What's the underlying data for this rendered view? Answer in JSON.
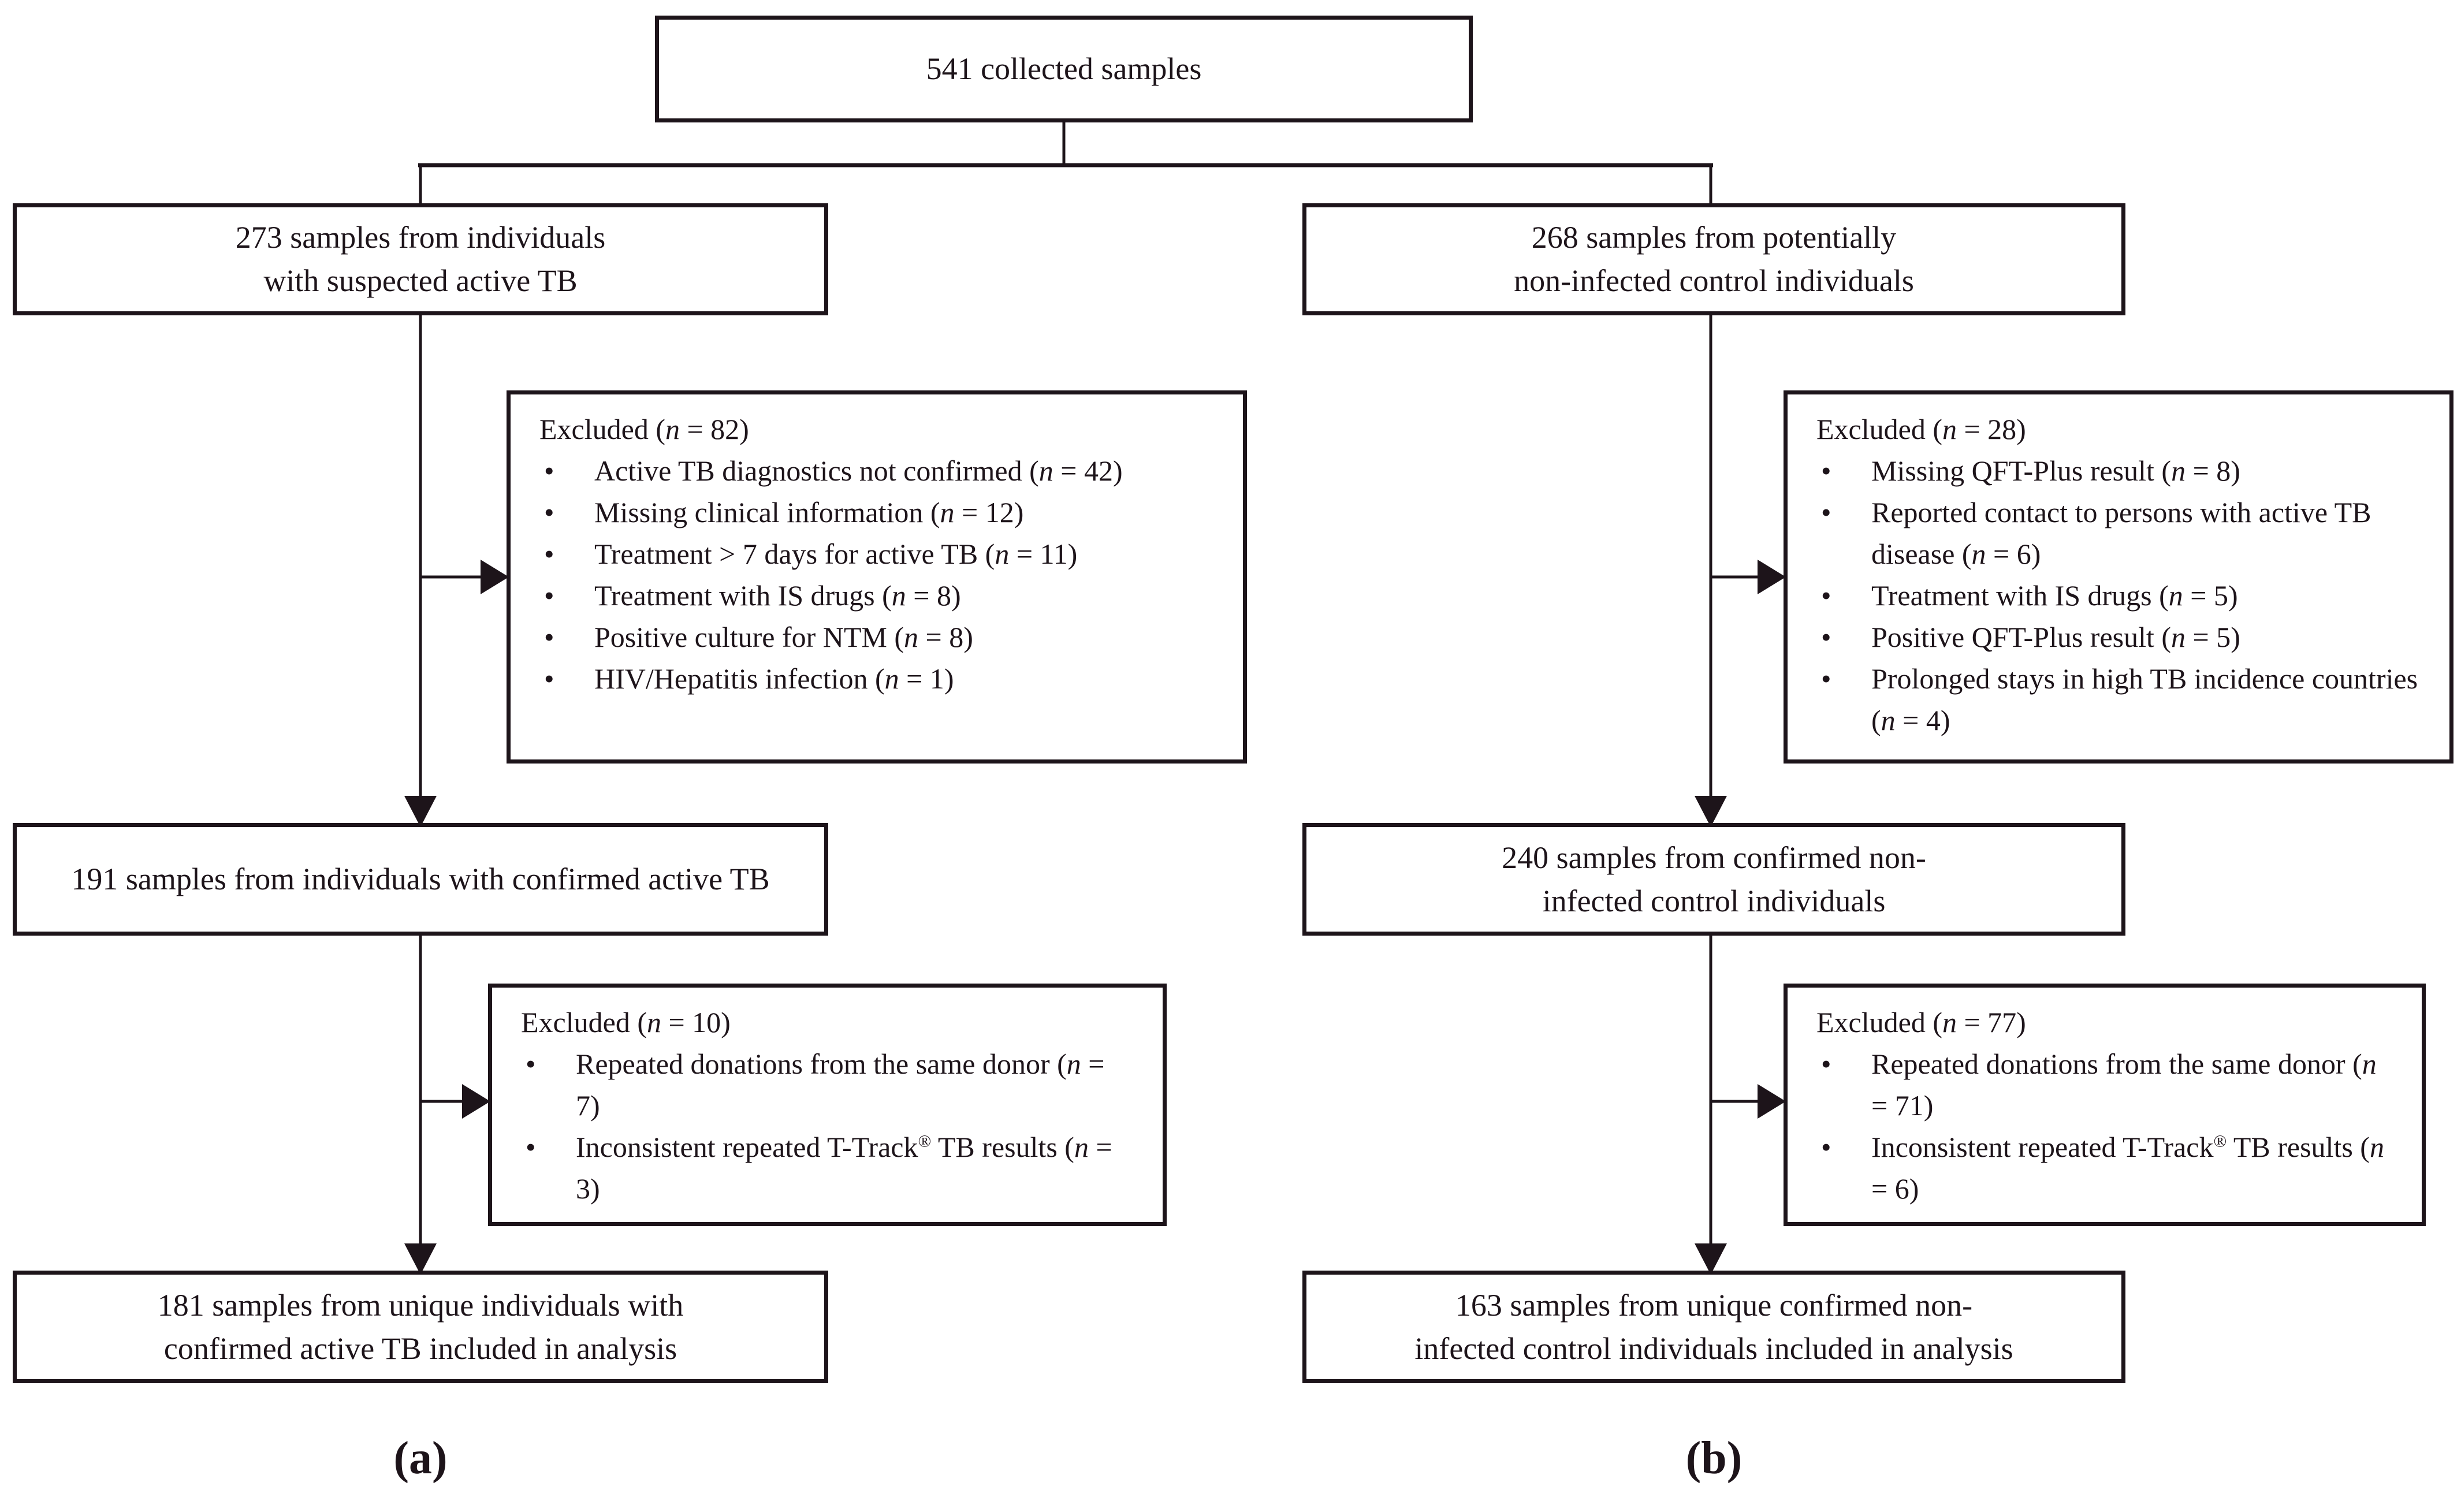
{
  "colors": {
    "ink": "#1d141a",
    "background": "#ffffff"
  },
  "figure": {
    "top_box": "541 collected samples",
    "left_column": {
      "branch_box": "273 samples from individuals with suspected active TB",
      "excluded_box_1": {
        "header": "Excluded (n = 82)",
        "items": [
          "Active TB diagnostics not confirmed (n = 42)",
          "Missing clinical information (n = 12)",
          "Treatment > 7 days for active TB (n = 11)",
          "Treatment with IS drugs (n = 8)",
          "Positive culture for NTM (n = 8)",
          "HIV/Hepatitis infection (n = 1)"
        ]
      },
      "mid_box": "191 samples from individuals with confirmed active TB",
      "excluded_box_2": {
        "header": "Excluded (n = 10)",
        "items": [
          "Repeated donations from the same donor (n = 7)",
          "Inconsistent repeated T-Track® TB results (n = 3)"
        ]
      },
      "final_box": "181 samples from unique individuals with confirmed active TB included in analysis",
      "panel_label": "(a)"
    },
    "right_column": {
      "branch_box": "268 samples from potentially non-infected control individuals",
      "excluded_box_1": {
        "header": "Excluded (n = 28)",
        "items": [
          "Missing QFT-Plus result (n = 8)",
          "Reported contact to persons with active TB disease (n = 6)",
          "Treatment with IS drugs (n = 5)",
          "Positive QFT-Plus result (n = 5)",
          "Prolonged stays in high TB incidence countries (n = 4)"
        ]
      },
      "mid_box": "240 samples from confirmed non-infected control individuals",
      "excluded_box_2": {
        "header": "Excluded (n = 77)",
        "items": [
          "Repeated donations from the same donor (n = 71)",
          "Inconsistent repeated T-Track® TB results (n = 6)"
        ]
      },
      "final_box": "163 samples from unique confirmed non-infected control individuals included in analysis",
      "panel_label": "(b)"
    }
  }
}
